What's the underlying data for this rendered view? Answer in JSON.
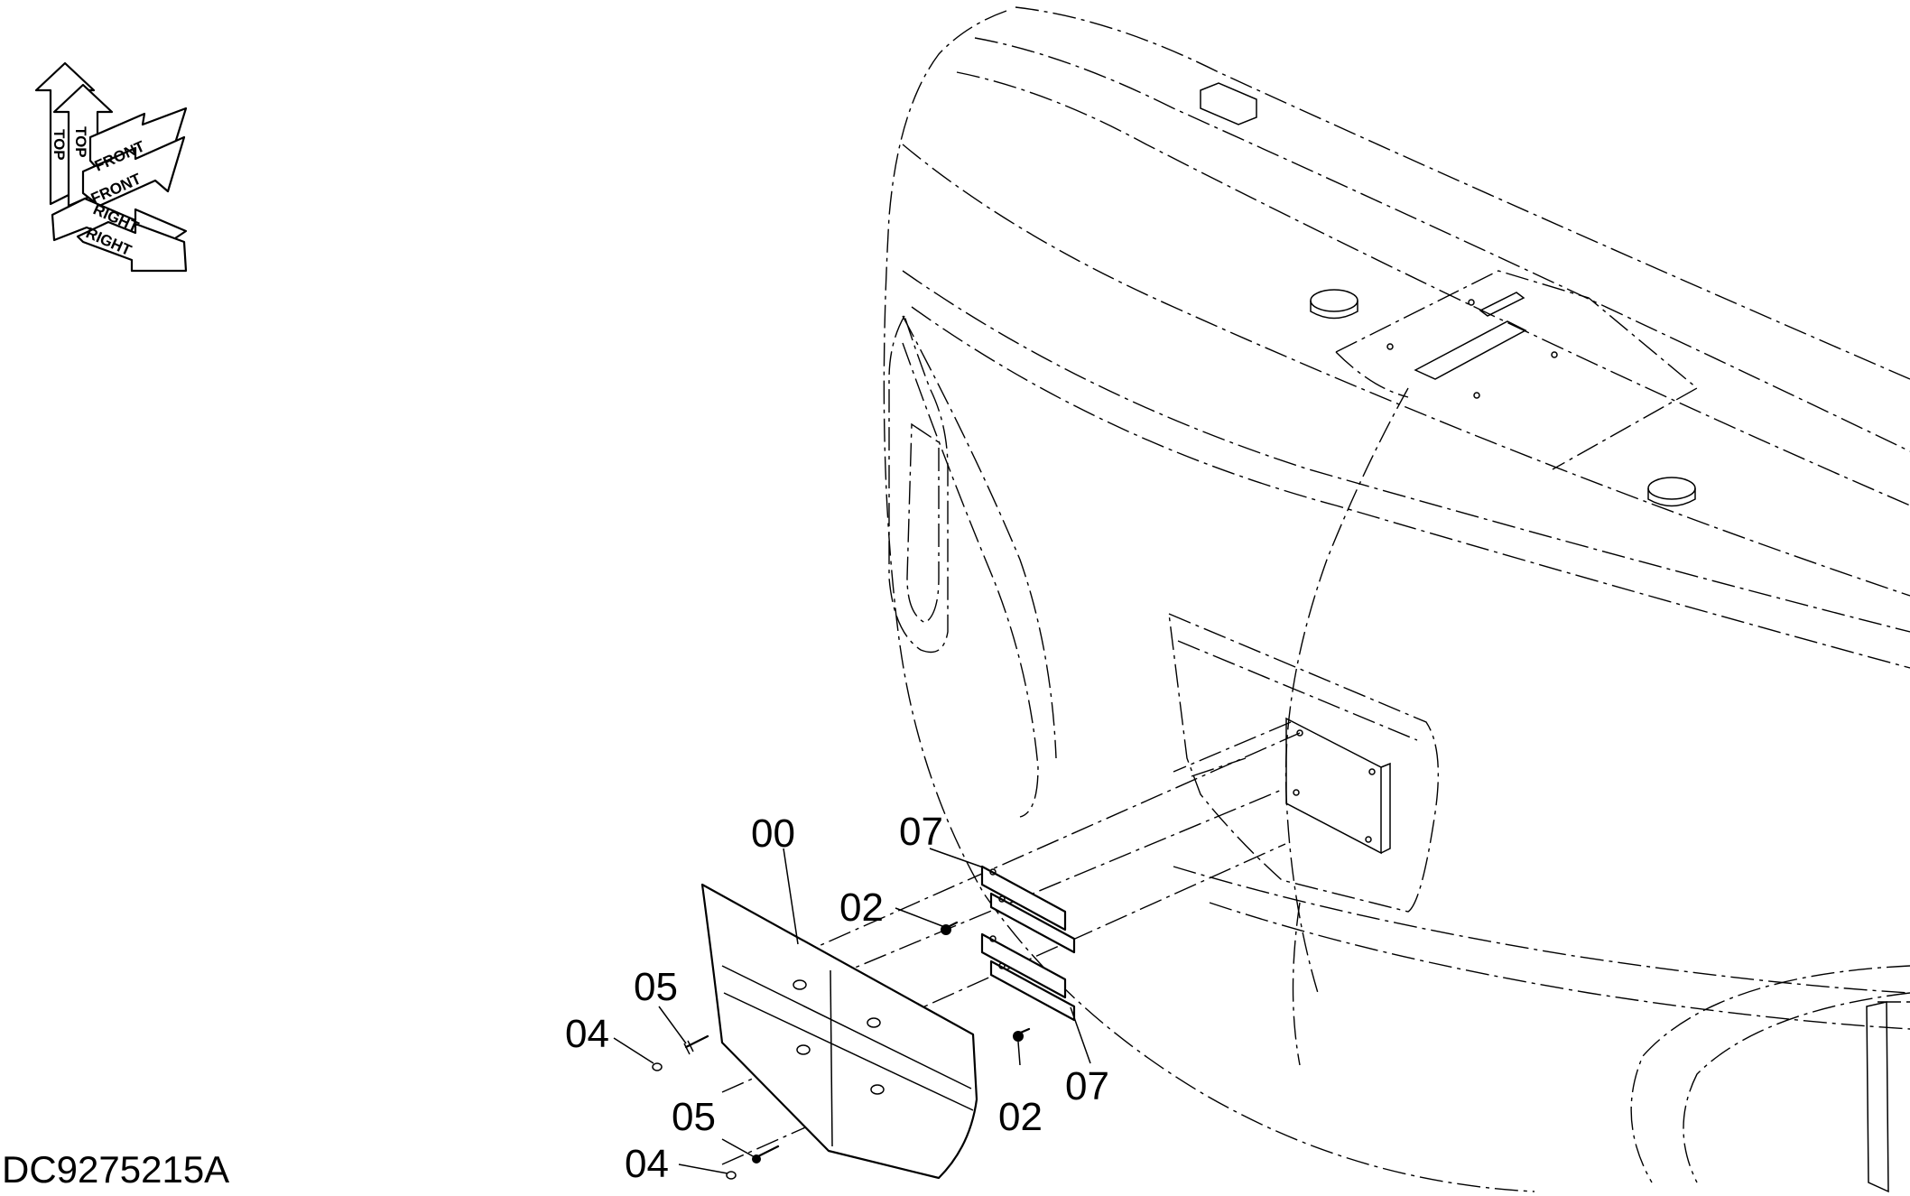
{
  "drawing_code": "DC9275215A",
  "orientation_labels": {
    "top": "TOP",
    "front": "FRONT",
    "right": "RIGHT"
  },
  "callouts": [
    {
      "id": "c00-label",
      "text": "00"
    },
    {
      "id": "c07a-label",
      "text": "07"
    },
    {
      "id": "c02a-label",
      "text": "02"
    },
    {
      "id": "c05a-label",
      "text": "05"
    },
    {
      "id": "c04a-label",
      "text": "04"
    },
    {
      "id": "c05b-label",
      "text": "05"
    },
    {
      "id": "c04b-label",
      "text": "04"
    },
    {
      "id": "c02b-label",
      "text": "02"
    },
    {
      "id": "c07b-label",
      "text": "07"
    }
  ]
}
